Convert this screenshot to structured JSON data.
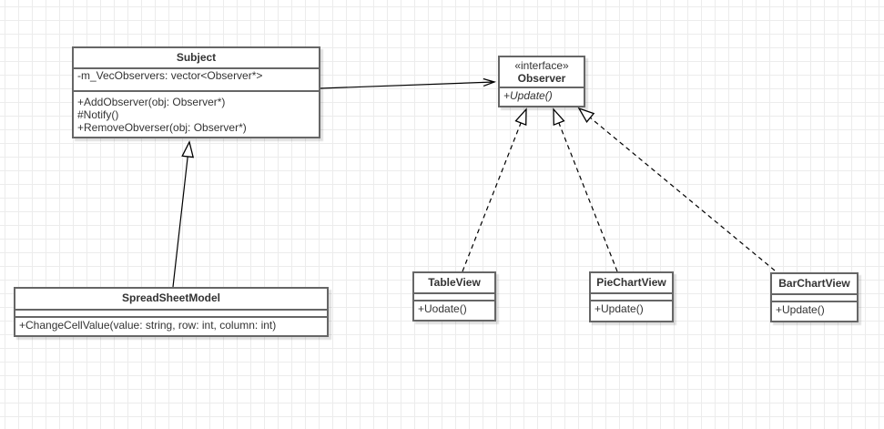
{
  "diagram": {
    "type": "uml-class-diagram",
    "classes": {
      "subject": {
        "title": "Subject",
        "attributes": [
          "-m_VecObservers: vector<Observer*>"
        ],
        "methods": [
          "+AddObserver(obj: Observer*)",
          "#Notify()",
          "+RemoveObverser(obj: Observer*)"
        ]
      },
      "observer": {
        "stereotype": "«interface»",
        "title": "Observer",
        "attributes": [],
        "methods": [
          "+Update()"
        ]
      },
      "spreadSheetModel": {
        "title": "SpreadSheetModel",
        "attributes": [],
        "methods": [
          "+ChangeCellValue(value: string, row: int, column: int)"
        ]
      },
      "tableView": {
        "title": "TableView",
        "attributes": [],
        "methods": [
          "+Uodate()"
        ]
      },
      "pieChartView": {
        "title": "PieChartView",
        "attributes": [],
        "methods": [
          "+Update()"
        ]
      },
      "barChartView": {
        "title": "BarChartView",
        "attributes": [],
        "methods": [
          "+Update()"
        ]
      }
    },
    "relationships": [
      {
        "from": "Subject",
        "to": "Observer",
        "type": "association"
      },
      {
        "from": "SpreadSheetModel",
        "to": "Subject",
        "type": "generalization"
      },
      {
        "from": "TableView",
        "to": "Observer",
        "type": "realization"
      },
      {
        "from": "PieChartView",
        "to": "Observer",
        "type": "realization"
      },
      {
        "from": "BarChartView",
        "to": "Observer",
        "type": "realization"
      }
    ],
    "colors": {
      "background": "#ffffff",
      "grid": "#ececec",
      "box_border": "#666666",
      "box_fill": "#ffffff",
      "text": "#333333",
      "connector": "#000000"
    }
  }
}
